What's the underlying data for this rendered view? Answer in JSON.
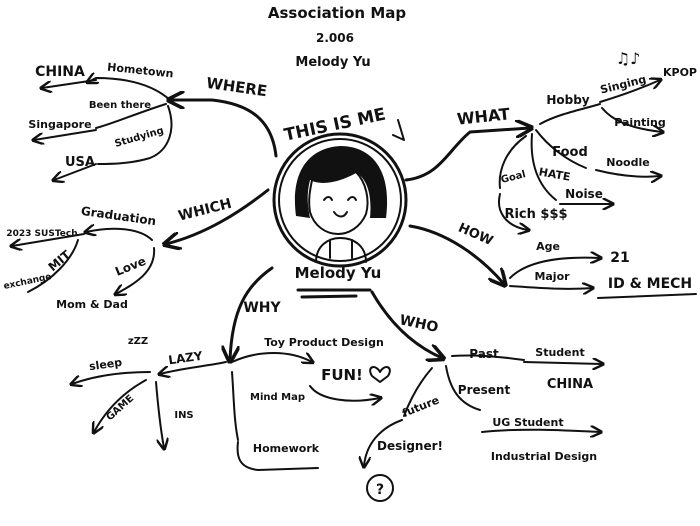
{
  "header": {
    "title": "Association Map",
    "date": "2.006",
    "author": "Melody Yu"
  },
  "center": {
    "caption": "THIS IS ME",
    "name": "Melody Yu"
  },
  "branches": {
    "where": {
      "label": "WHERE",
      "hometown": "Hometown",
      "hometown_value": "CHINA",
      "been_there": "Been there",
      "been_there_value": "Singapore",
      "studying": "Studying",
      "studying_value": "USA"
    },
    "which": {
      "label": "WHICH",
      "graduation": "Graduation",
      "graduation_value": "2023 SUSTech",
      "love": "Love",
      "mit": "MIT",
      "exchange": "exchange",
      "mom_dad": "Mom & Dad"
    },
    "why": {
      "label": "WHY",
      "lazy": "LAZY",
      "sleep": "sleep",
      "zzz": "zZZ",
      "game": "GAME",
      "ins": "INS",
      "mind_map": "Mind Map",
      "homework": "Homework",
      "toy": "Toy Product Design",
      "fun": "FUN!"
    },
    "who": {
      "label": "WHO",
      "past": "Past",
      "past_value": "Student",
      "past_place": "CHINA",
      "present": "Present",
      "present_value": "UG Student",
      "present_field": "Industrial Design",
      "future": "future",
      "future_value": "Designer!",
      "question": "?"
    },
    "how": {
      "label": "HOW",
      "age": "Age",
      "age_value": "21",
      "major": "Major",
      "major_value": "ID & MECH"
    },
    "what": {
      "label": "WHAT",
      "hobby": "Hobby",
      "singing": "Singing",
      "kpop": "KPOP",
      "painting": "Painting",
      "food": "Food",
      "noodle": "Noodle",
      "hate": "HATE",
      "noise": "Noise",
      "goal": "Goal",
      "rich": "Rich $$$"
    }
  },
  "icons": [
    "music-notes-icon",
    "heart-icon",
    "self-portrait-icon"
  ]
}
